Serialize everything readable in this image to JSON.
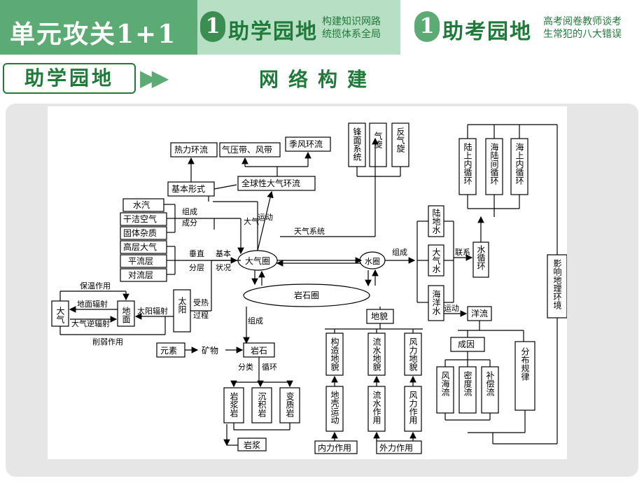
{
  "header": {
    "title": "单元攻关1+1",
    "section1_num": "1",
    "section1_title": "助学园地",
    "section1_desc_line1": "构建知识网路",
    "section1_desc_line2": "统揽体系全局",
    "section2_num": "1",
    "section2_title": "助考园地",
    "section2_desc_line1": "高考阅卷教师谈考",
    "section2_desc_line2": "生常犯的八大错误"
  },
  "subheader": {
    "tag": "助学园地",
    "arrows": "▶▶",
    "title": "网络构建"
  },
  "diagram": {
    "boxes": {
      "thermal": "热力环流",
      "pressure_belt": "气压带、风带",
      "monsoon": "季风环流",
      "basic_form": "基本形式",
      "global_circ": "全球性大气环流",
      "vapor": "水汽",
      "dry_air": "干洁空气",
      "solid": "固体杂质",
      "upper": "高层大气",
      "strato": "平流层",
      "tropo": "对流层",
      "atm_left": "大气",
      "ground": "地面",
      "sun": "太阳",
      "element": "元素",
      "mineral": "矿物",
      "rock": "岩石",
      "igneous": "岩浆岩",
      "sedimentary": "沉积岩",
      "metamorphic": "变质岩",
      "magma": "岩浆",
      "front": "锋面系统",
      "cyclone": "气旋",
      "anticyclone": "反气旋",
      "land_cycle": "陆上内循环",
      "sea_land_cycle": "海陆间循环",
      "sea_cycle": "海上内循环",
      "land_water": "陆地水",
      "atm_water": "大气水",
      "ocean_water": "海洋水",
      "water_cycle": "水循环",
      "influence": "影响地理环境",
      "current": "洋流",
      "cause": "成因",
      "distribution": "分布规律",
      "wind_current": "风海流",
      "density_current": "密度流",
      "comp_current": "补偿流",
      "landform": "地貌",
      "tectonic": "构造地貌",
      "fluvial_landform": "流水地貌",
      "aeolian_landform": "风力地貌",
      "crust_move": "地壳运动",
      "fluvial_action": "流水作用",
      "aeolian_action": "风力作用",
      "internal": "内力作用",
      "external": "外力作用"
    },
    "nodes": {
      "atmosphere": "大气圈",
      "hydrosphere": "水圈",
      "lithosphere": "岩石圈"
    },
    "labels": {
      "composition": "组成",
      "component": "成分",
      "vertical": "垂直",
      "layering": "分层",
      "basic": "基本",
      "state": "状况",
      "atm_v": "大气",
      "motion": "运动",
      "weather_system": "天气系统",
      "zucheng": "组成",
      "link": "联系",
      "insulation": "保温作用",
      "ground_rad": "地面辐射",
      "counter_rad": "大气逆辐射",
      "solar_rad": "太阳辐射",
      "weakening": "削弱作用",
      "heated": "受热",
      "process": "过程",
      "composed": "组成",
      "classify": "分类",
      "cycle": "循环",
      "motion2": "运动"
    }
  }
}
